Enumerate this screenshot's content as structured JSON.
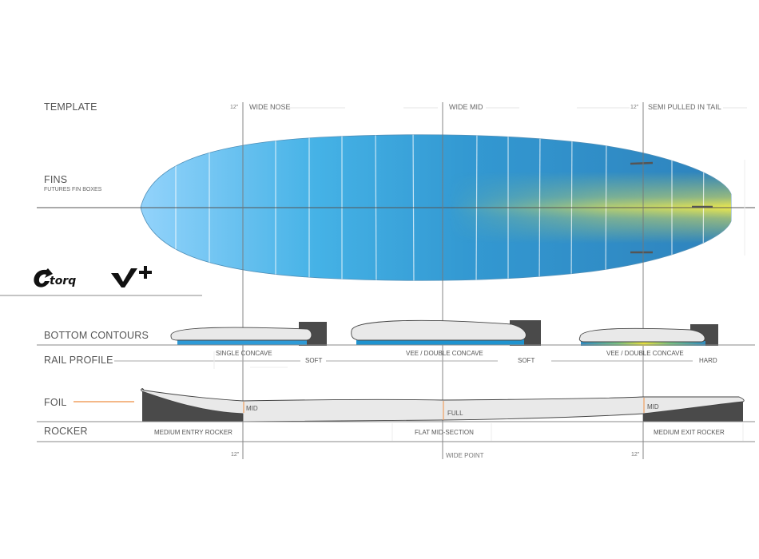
{
  "sections": {
    "template": "TEMPLATE",
    "fins": "FINS",
    "fins_sub": "FUTURES FIN BOXES",
    "bottom_contours": "BOTTOM  CONTOURS",
    "rail_profile": "RAIL PROFILE",
    "foil": "FOIL",
    "rocker": "ROCKER"
  },
  "template_headers": {
    "nose_measure": "12\"",
    "nose": "WIDE NOSE",
    "mid": "WIDE MID",
    "tail_measure": "12\"",
    "tail": "SEMI PULLED IN TAIL"
  },
  "logos": {
    "brand": "torq",
    "model": "V+"
  },
  "bottom_contours": {
    "nose": "SINGLE CONCAVE",
    "mid": "VEE / DOUBLE CONCAVE",
    "tail": "VEE / DOUBLE CONCAVE"
  },
  "rail_profile": {
    "nose": "SOFT",
    "mid": "SOFT",
    "tail": "HARD"
  },
  "foil": {
    "nose": "MID",
    "mid": "FULL",
    "tail": "MID"
  },
  "rocker": {
    "nose": "MEDIUM ENTRY ROCKER",
    "mid": "FLAT MID-SECTION",
    "tail": "MEDIUM EXIT ROCKER"
  },
  "footer": {
    "nose_measure": "12\"",
    "mid": "WIDE POINT",
    "tail_measure": "12\""
  },
  "colors": {
    "board_light": "#8fd0fa",
    "board_mid": "#35a6dc",
    "board_dark": "#2f86c0",
    "board_yellow": "#e6e24a",
    "dark_block": "#4a4a4a",
    "foil_fill": "#e9e9e9",
    "accent_orange": "#f0a060"
  }
}
